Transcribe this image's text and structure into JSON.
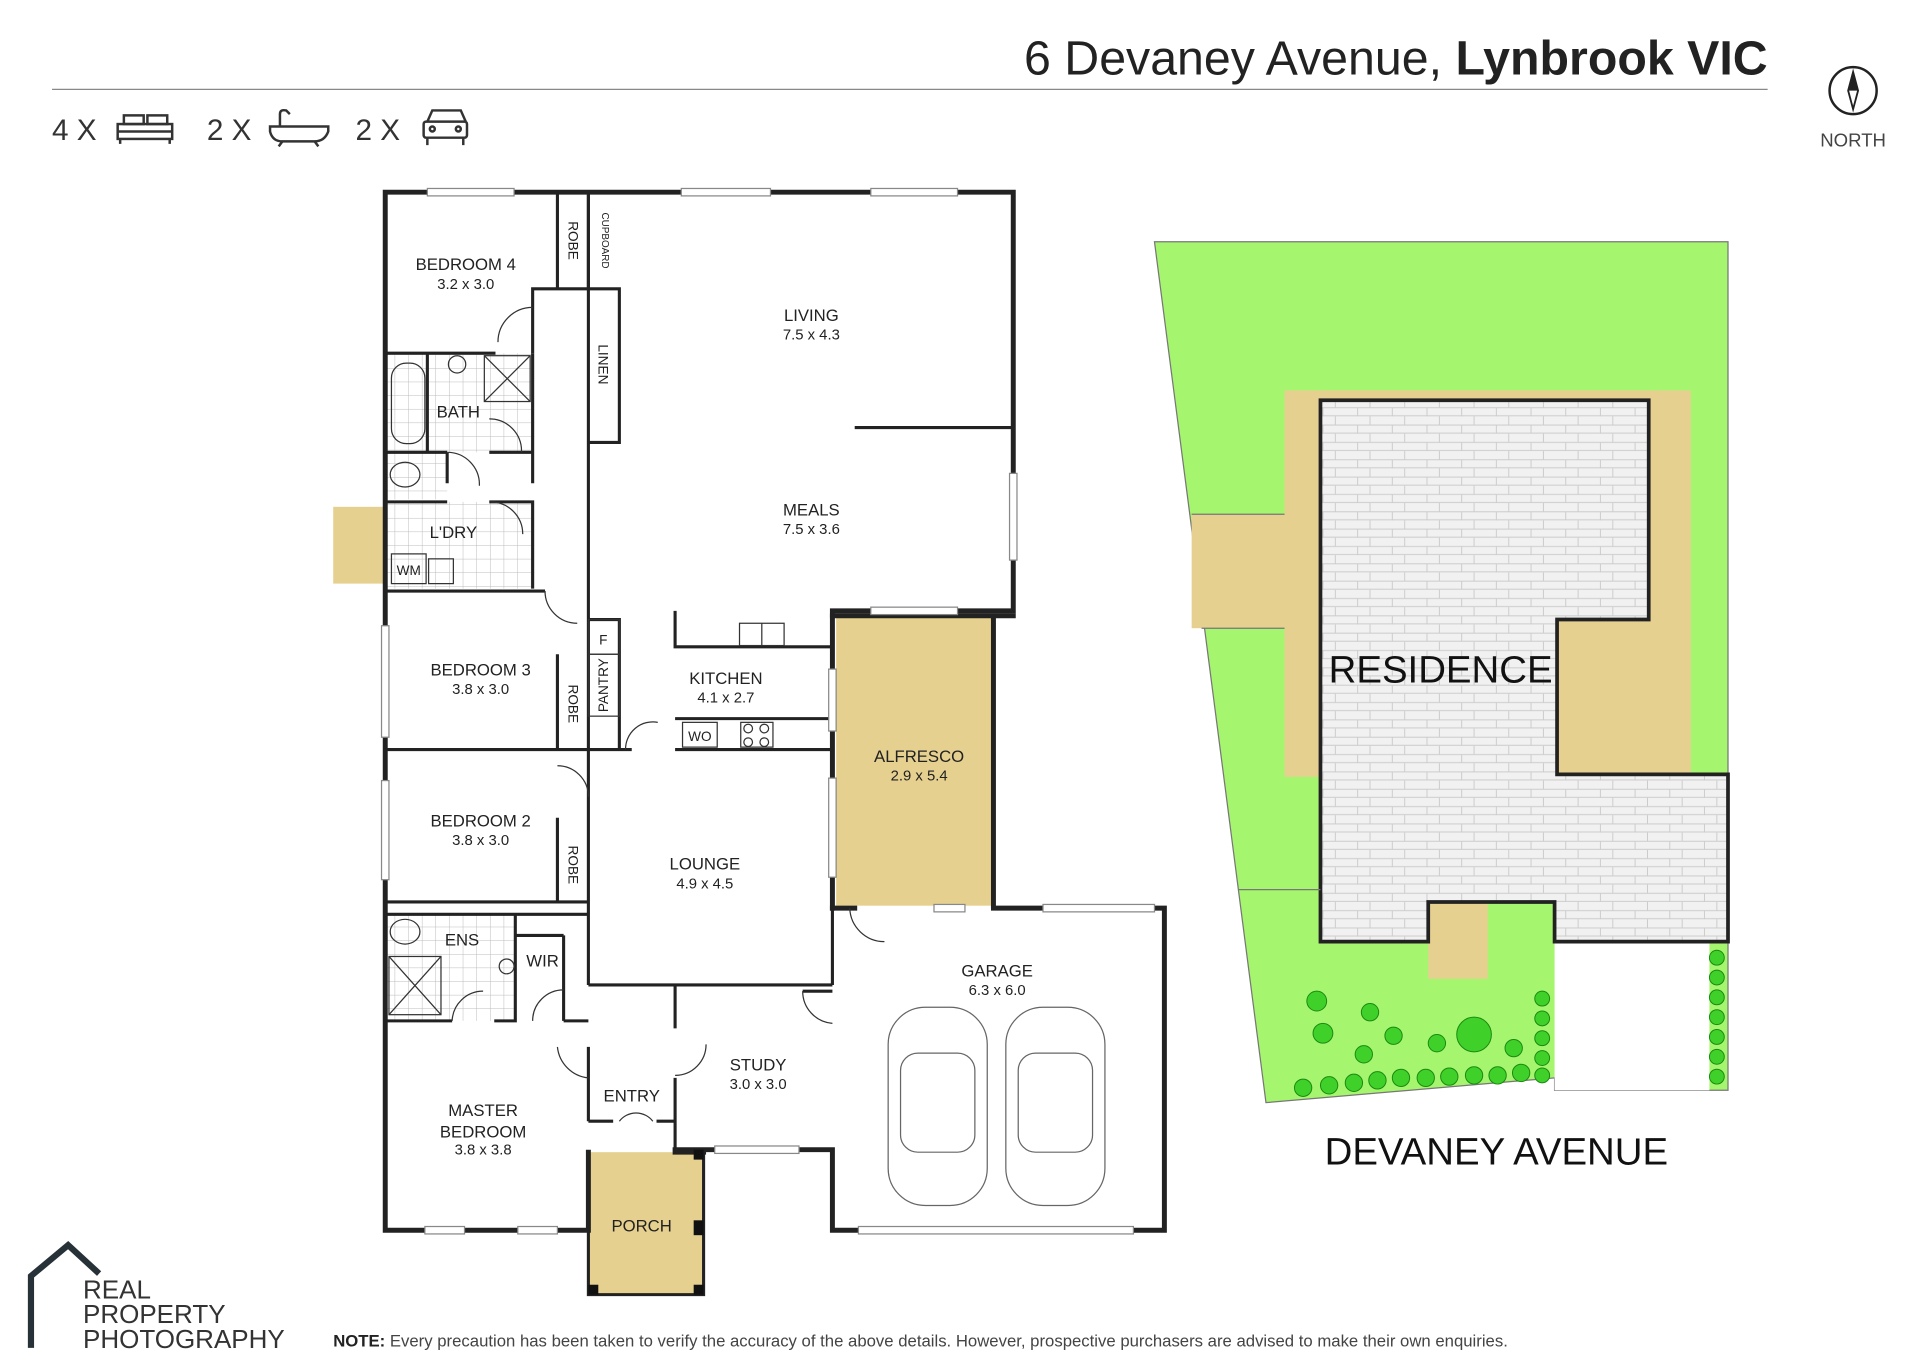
{
  "header": {
    "address_light": "6 Devaney Avenue, ",
    "address_bold": "Lynbrook VIC",
    "north_label": "NORTH"
  },
  "features": {
    "bedrooms": "4 X",
    "bathrooms": "2 X",
    "car_spaces": "2 X",
    "icons": [
      "bed-icon",
      "bath-icon",
      "car-icon"
    ]
  },
  "rooms": {
    "bedroom4": {
      "name": "BEDROOM 4",
      "dims": "3.2 x 3.0"
    },
    "living": {
      "name": "LIVING",
      "dims": "7.5 x 4.3"
    },
    "meals": {
      "name": "MEALS",
      "dims": "7.5 x 3.6"
    },
    "bath": {
      "name": "BATH"
    },
    "laundry": {
      "name": "L'DRY"
    },
    "wm": "WM",
    "bedroom3": {
      "name": "BEDROOM 3",
      "dims": "3.8 x 3.0"
    },
    "kitchen": {
      "name": "KITCHEN",
      "dims": "4.1 x 2.7"
    },
    "wo": "WO",
    "fridge": "F",
    "pantry": "PANTRY",
    "alfresco": {
      "name": "ALFRESCO",
      "dims": "2.9 x 5.4"
    },
    "bedroom2": {
      "name": "BEDROOM 2",
      "dims": "3.8 x 3.0"
    },
    "lounge": {
      "name": "LOUNGE",
      "dims": "4.9 x 4.5"
    },
    "ens": {
      "name": "ENS"
    },
    "wir": {
      "name": "WIR"
    },
    "garage": {
      "name": "GARAGE",
      "dims": "6.3 x 6.0"
    },
    "study": {
      "name": "STUDY",
      "dims": "3.0 x 3.0"
    },
    "entry": {
      "name": "ENTRY"
    },
    "master": {
      "name1": "MASTER",
      "name2": "BEDROOM",
      "dims": "3.8 x 3.8"
    },
    "porch": {
      "name": "PORCH"
    },
    "robe": "ROBE",
    "cupboard": "CUPBOARD",
    "linen": "LINEN"
  },
  "site": {
    "residence": "RESIDENCE",
    "street": "DEVANEY AVENUE"
  },
  "colors": {
    "lawn": "#a6f56e",
    "paving": "#e6d08f",
    "brick": "#f1f1f1",
    "tree": "#3fd12a"
  },
  "footer": {
    "logo_lines": [
      "REAL",
      "PROPERTY",
      "PHOTOGRAPHY"
    ],
    "note_label": "NOTE:",
    "note_text": " Every precaution has been taken to verify the accuracy of the above details. However, prospective purchasers are advised to make their own enquiries."
  }
}
